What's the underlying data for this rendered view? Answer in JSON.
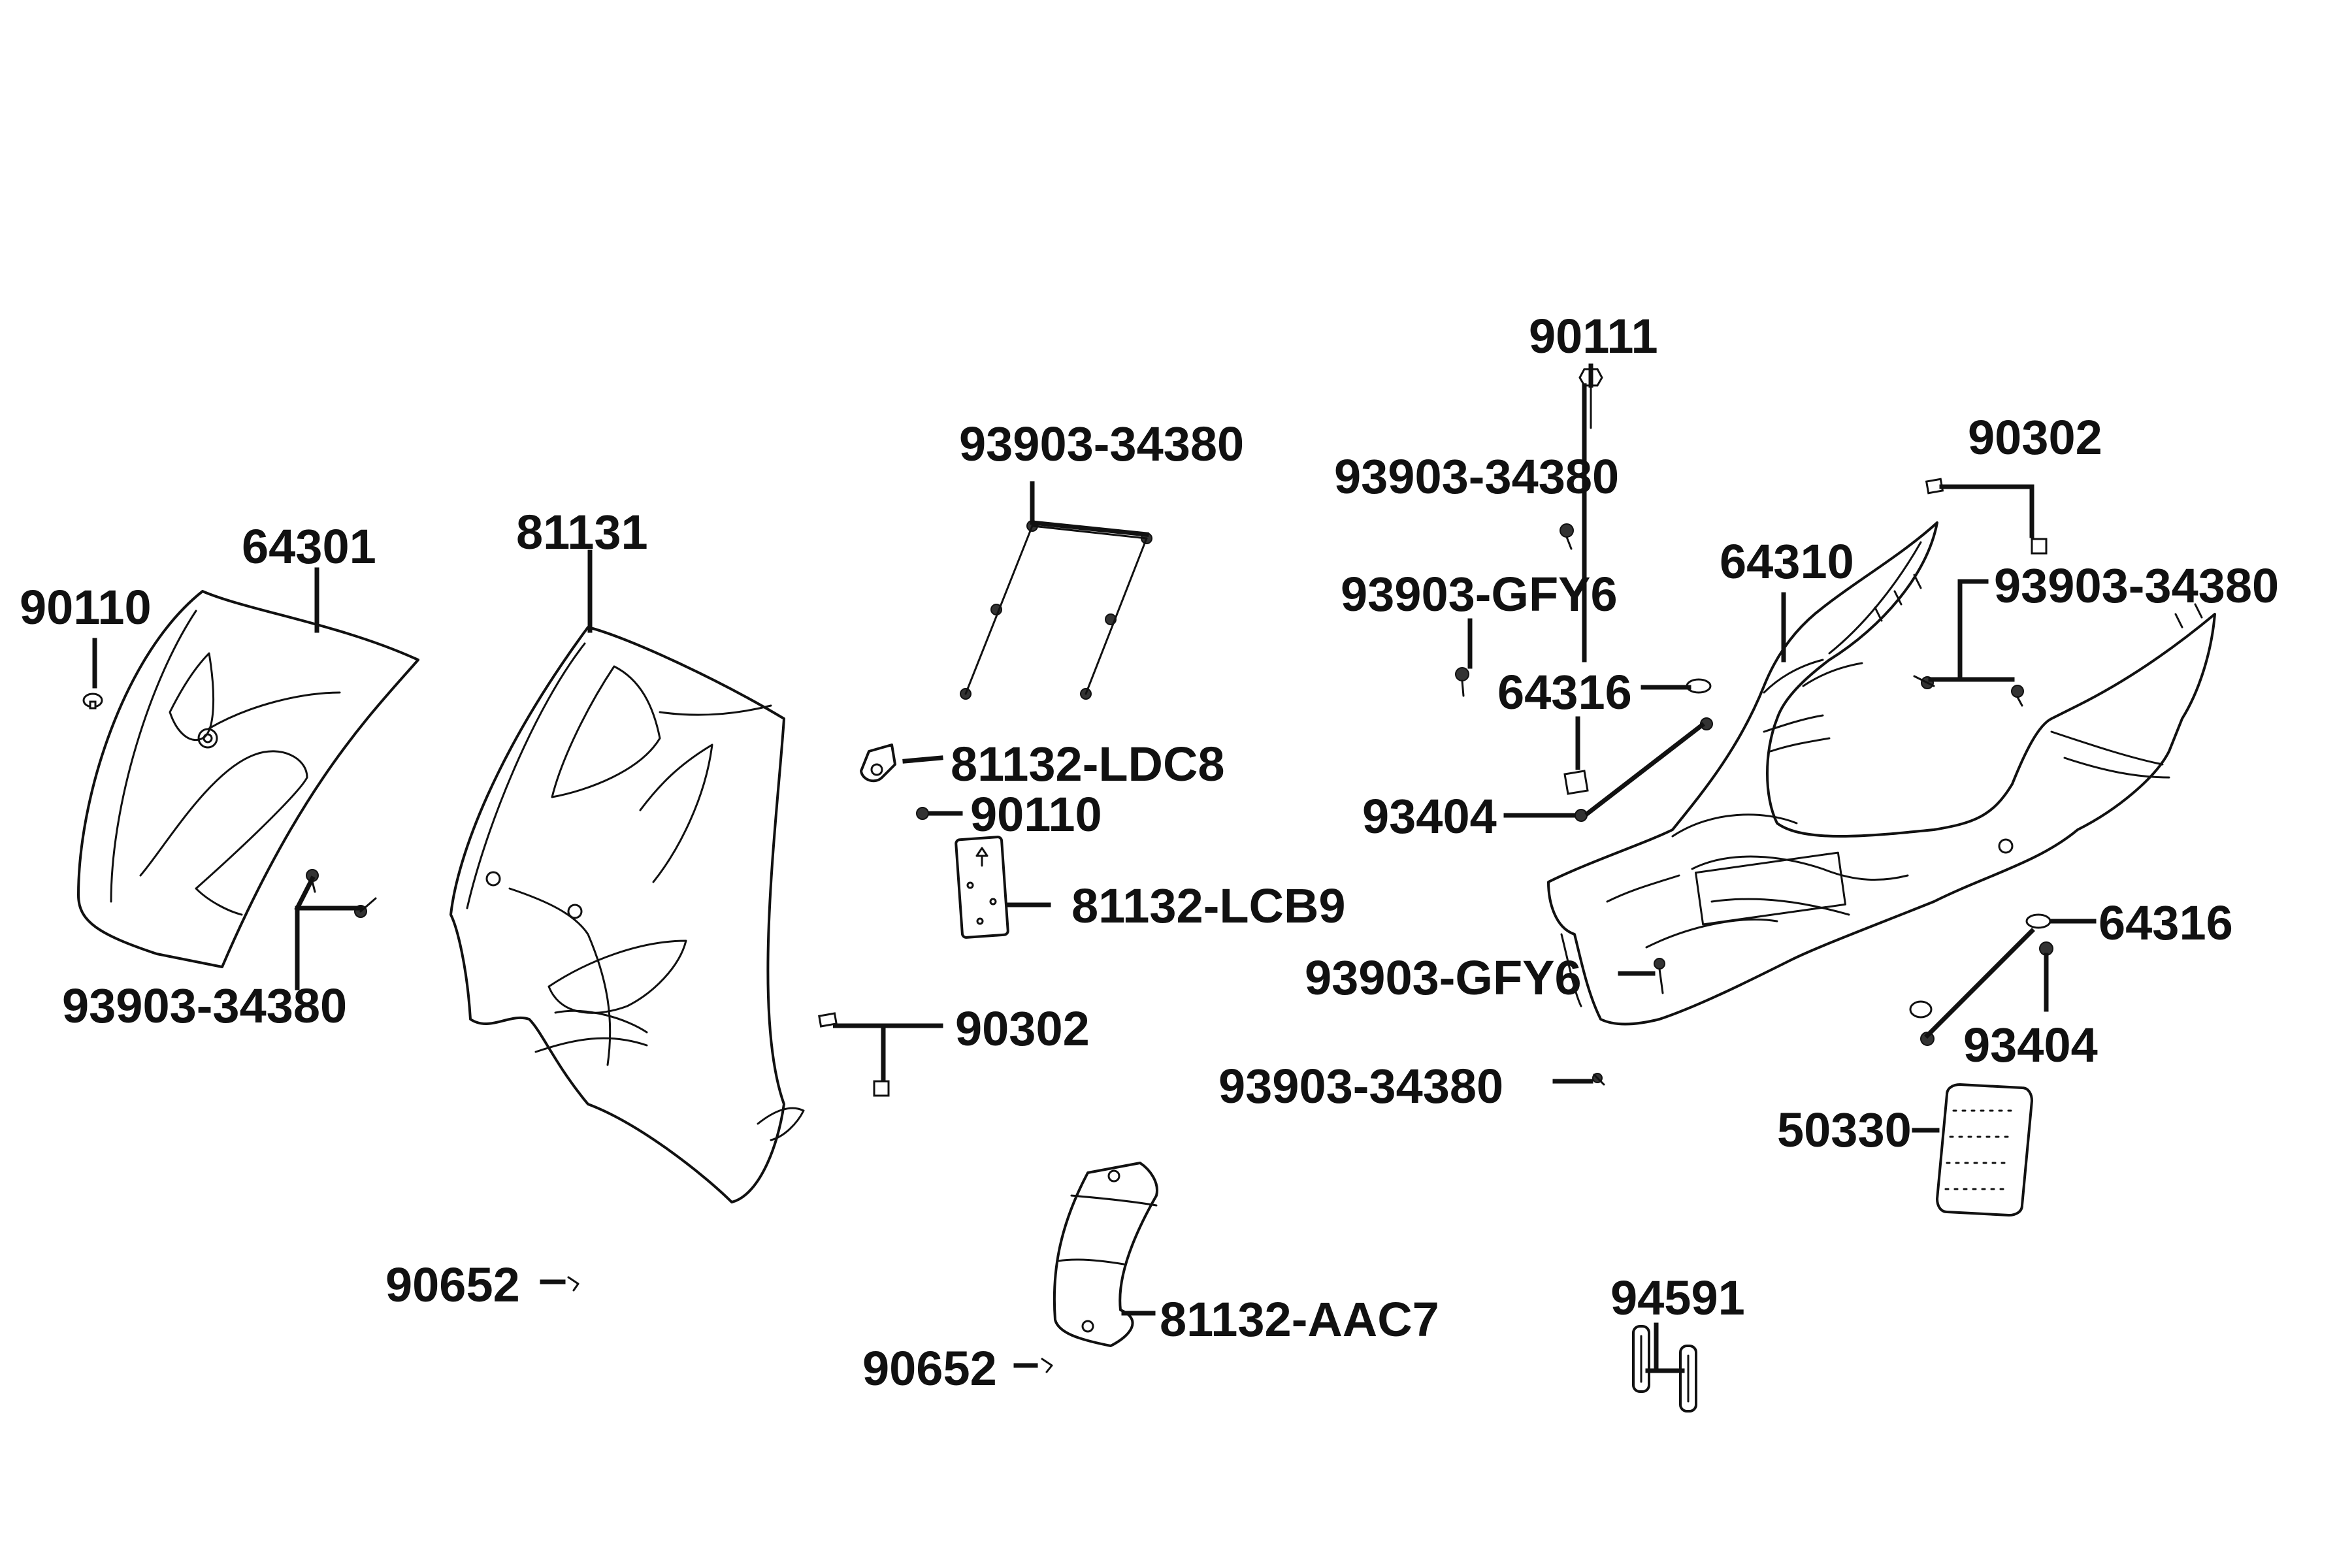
{
  "labels": {
    "p90111": "90111",
    "p93903_34380_a": "93903-34380",
    "p93903_34380_b": "93903-34380",
    "p90302_a": "90302",
    "p64310": "64310",
    "p93903_34380_c": "93903-34380",
    "p93903_GFY6_a": "93903-GFY6",
    "p64316_a": "64316",
    "p64301": "64301",
    "p81131": "81131",
    "p90110_a": "90110",
    "p81132_LDC8": "81132-LDC8",
    "p90110_b": "90110",
    "p93404_a": "93404",
    "p81132_LCB9": "81132-LCB9",
    "p64316_b": "64316",
    "p93903_34380_d": "93903-34380",
    "p93903_GFY6_b": "93903-GFY6",
    "p90302_b": "90302",
    "p93404_b": "93404",
    "p93903_34380_e": "93903-34380",
    "p50330": "50330",
    "p90652_a": "90652",
    "p94591": "94591",
    "p81132_AAC7": "81132-AAC7",
    "p90652_b": "90652"
  },
  "colors": {
    "line": "#111111",
    "background": "#ffffff"
  }
}
